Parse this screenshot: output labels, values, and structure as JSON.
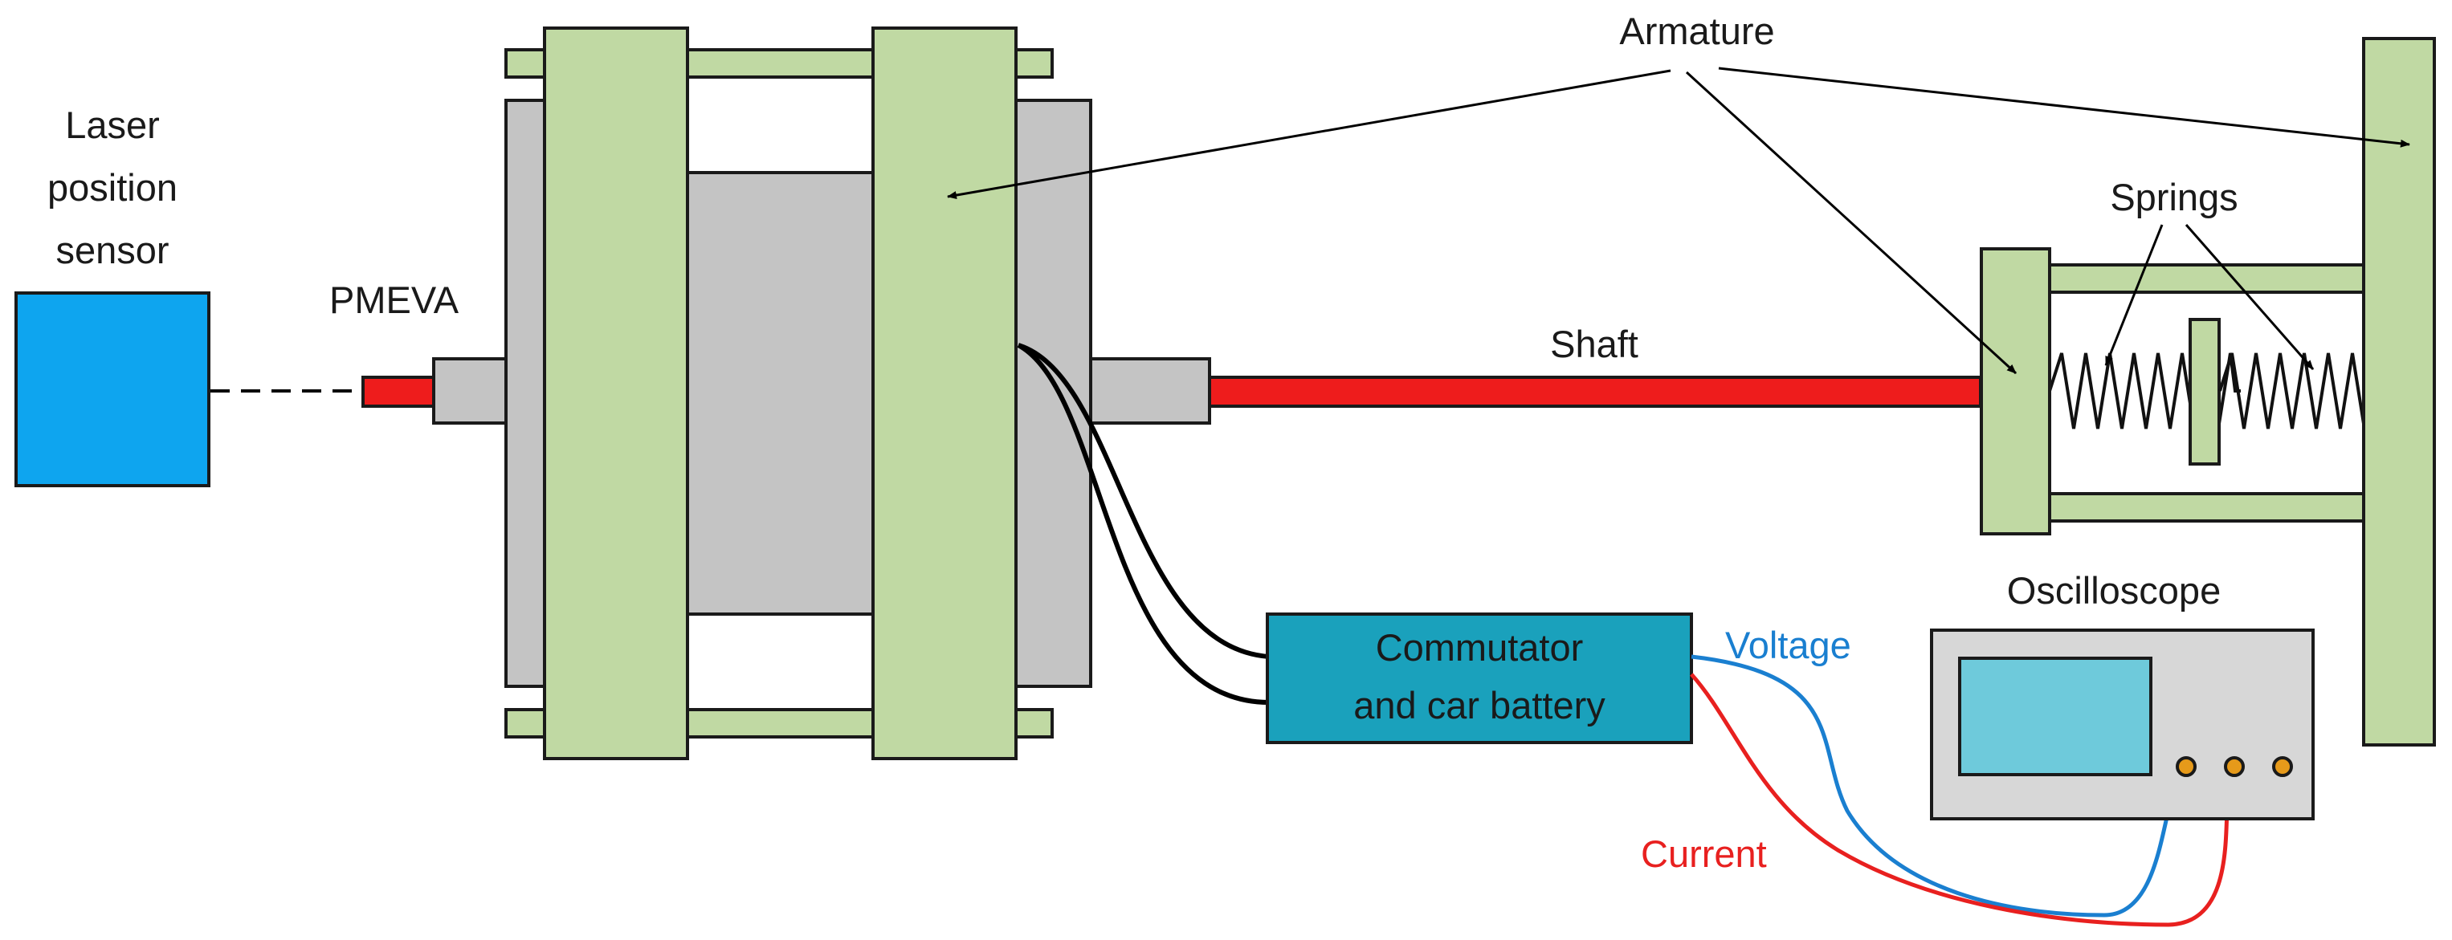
{
  "labels": {
    "laser_line1": "Laser",
    "laser_line2": "position",
    "laser_line3": "sensor",
    "pmeva": "PMEVA",
    "armature": "Armature",
    "springs": "Springs",
    "shaft": "Shaft",
    "commutator_line1": "Commutator",
    "commutator_line2": "and car battery",
    "voltage": "Voltage",
    "current": "Current",
    "oscilloscope": "Oscilloscope"
  },
  "colors": {
    "armature_green": "#c0d9a3",
    "stator_gray": "#c4c4c4",
    "shaft_red": "#ee1c1c",
    "sensor_blue": "#0ea5ef",
    "commutator_teal": "#1aa1bc",
    "voltage_blue": "#1a7fd0",
    "current_red": "#e8201f",
    "screen_cyan": "#6ecadb",
    "knob_orange": "#e69a1a"
  }
}
